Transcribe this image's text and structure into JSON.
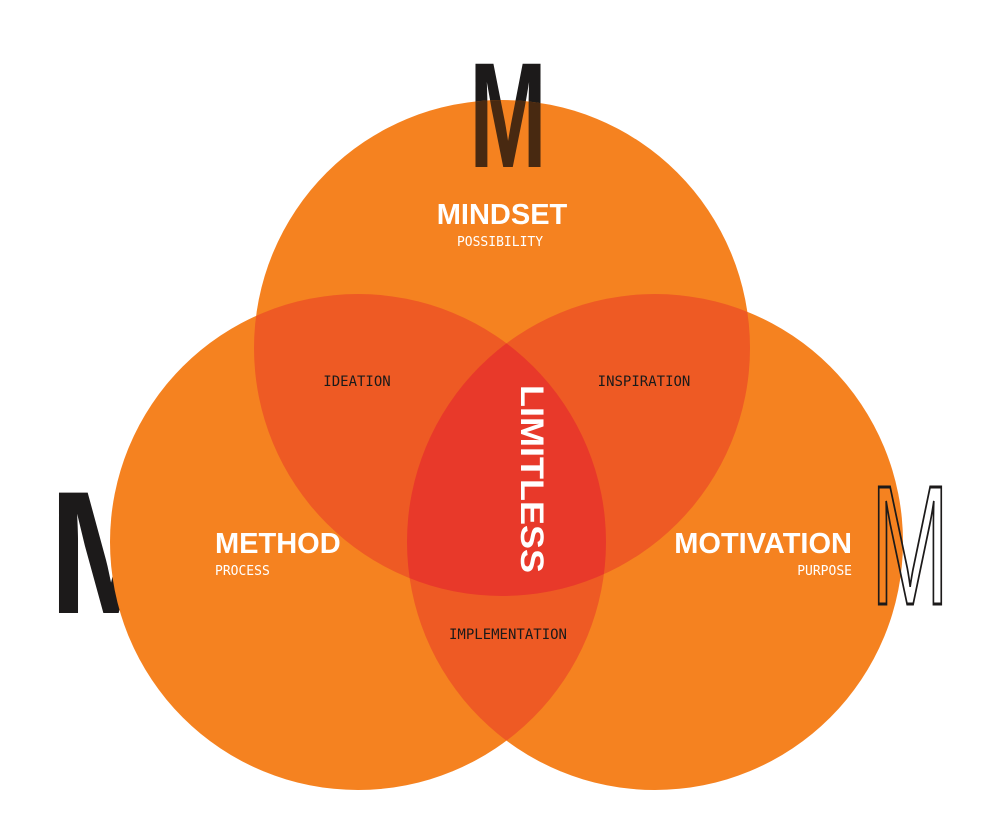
{
  "diagram": {
    "colors": {
      "circle": "#f58220",
      "pair_overlap": "#ee5a24",
      "center_overlap": "#e8392a",
      "letter": "#1c1a1a"
    },
    "circles": {
      "top": {
        "title": "MINDSET",
        "subtitle": "POSSIBILITY"
      },
      "left": {
        "title": "METHOD",
        "subtitle": "PROCESS"
      },
      "right": {
        "title": "MOTIVATION",
        "subtitle": "PURPOSE"
      }
    },
    "overlaps": {
      "top_left": "IDEATION",
      "top_right": "INSPIRATION",
      "bottom": "IMPLEMENTATION"
    },
    "center": "LIMITLESS",
    "letters": {
      "top": "M",
      "left": "M",
      "right": "M"
    }
  }
}
